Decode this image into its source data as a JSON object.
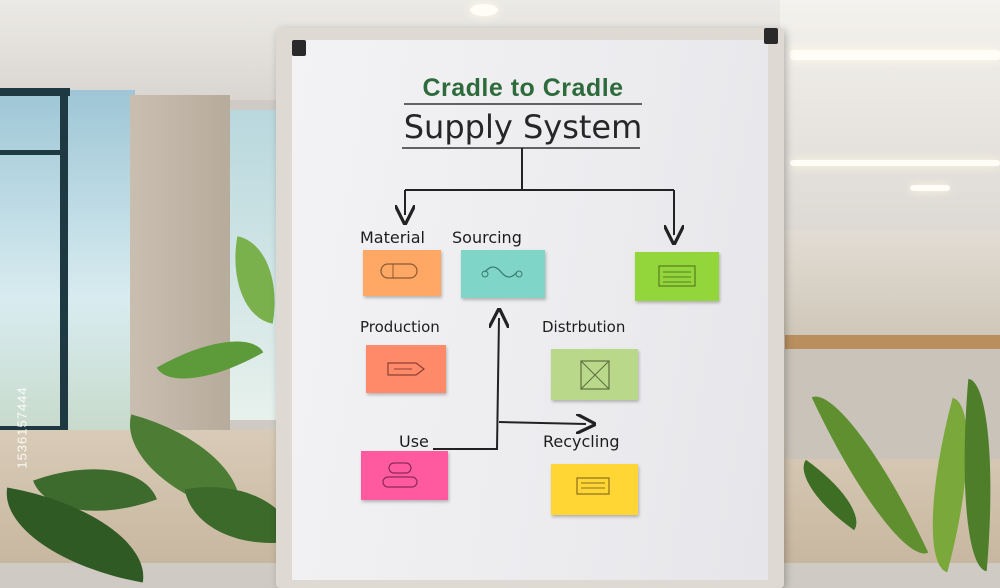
{
  "board": {
    "title_line1": "Cradle to Cradle",
    "title_line2": "Supply System"
  },
  "labels": {
    "material": "Material",
    "sourcing": "Sourcing",
    "production": "Production",
    "distribution": "Distrbution",
    "use": "Use",
    "recycling": "Recycling"
  },
  "notes": [
    {
      "name": "material-note",
      "color": "#ffa866"
    },
    {
      "name": "sourcing-note",
      "color": "#7fd6c8"
    },
    {
      "name": "top-right-note",
      "color": "#93d63b"
    },
    {
      "name": "production-note",
      "color": "#ff8a6a"
    },
    {
      "name": "distribution-note",
      "color": "#b9d88a"
    },
    {
      "name": "use-note",
      "color": "#ff5aa0"
    },
    {
      "name": "recycling-note",
      "color": "#ffd633"
    }
  ],
  "watermark": "1536157444"
}
